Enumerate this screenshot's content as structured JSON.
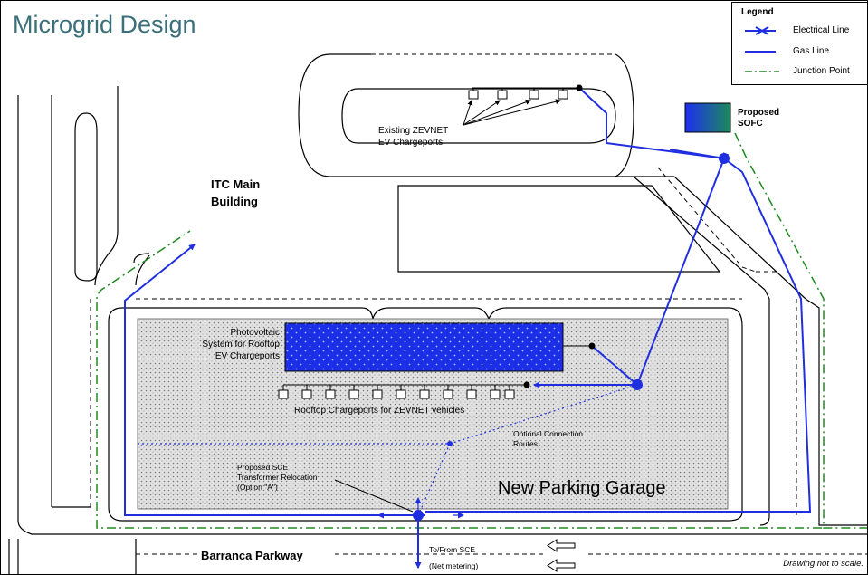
{
  "title": "Microgrid Design",
  "legend": {
    "heading": "Legend",
    "items": [
      {
        "label": "Electrical Line",
        "icon": "electrical-line-symbol"
      },
      {
        "label": "Gas Line",
        "icon": "gas-line-symbol"
      },
      {
        "label": "Junction Point",
        "icon": "junction-point-symbol"
      }
    ]
  },
  "labels": {
    "sofc": "Proposed SOFC",
    "itc_line1": "ITC Main",
    "itc_line2": "Building",
    "zevnet_line1": "Existing ZEVNET",
    "zevnet_line2": "EV Chargeports",
    "pv_line1": "Photovoltaic",
    "pv_line2": "System for Rooftop",
    "pv_line3": "EV Chargeports",
    "rooftop": "Rooftop Chargeports for ZEVNET vehicles",
    "optional_line1": "Optional Connection",
    "optional_line2": "Routes",
    "sce_line1": "Proposed SCE",
    "sce_line2": "Transformer Relocation",
    "sce_line3": "(Option \"A\")",
    "garage": "New Parking Garage",
    "road": "Barranca Parkway",
    "tofrom_line1": "To/From SCE",
    "tofrom_line2": "(Net metering)",
    "scale_note": "Drawing not to scale."
  },
  "colors": {
    "electrical": "#1f2fe0",
    "gas": "#1f2fe0",
    "junction": "#1e8a1e",
    "title": "#3b6f79",
    "pv_panel": "#1c2ee6"
  }
}
